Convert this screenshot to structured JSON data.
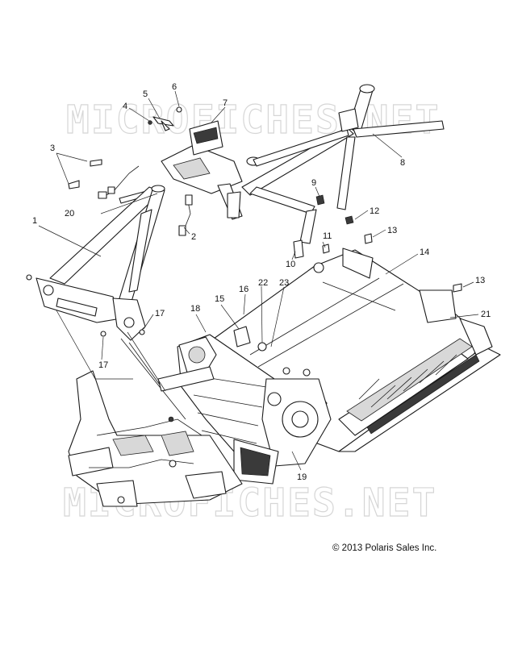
{
  "watermarks": [
    "MICROFICHES.NET",
    "MICROFICHES.NET"
  ],
  "copyright": "© 2013 Polaris Sales Inc.",
  "callouts": [
    "1",
    "2",
    "3",
    "4",
    "5",
    "6",
    "7",
    "8",
    "9",
    "10",
    "11",
    "12",
    "13",
    "13",
    "14",
    "15",
    "16",
    "17",
    "17",
    "18",
    "19",
    "20",
    "21",
    "22",
    "23"
  ]
}
